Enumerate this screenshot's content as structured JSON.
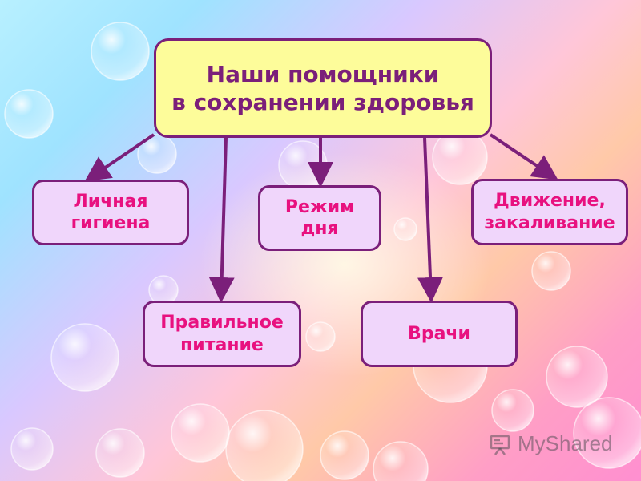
{
  "diagram": {
    "title": "Наши помощники\nв сохранении здоровья",
    "nodes": {
      "hygiene": "Личная\nгигиена",
      "regime": "Режим\nдня",
      "movement": "Движение,\nзакаливание",
      "nutrition": "Правильное\nпитание",
      "doctors": "Врачи"
    }
  },
  "watermark": {
    "text": "MyShared"
  },
  "colors": {
    "title_fill": "#fdfc9a",
    "node_fill": "#f0d6fb",
    "border": "#7b1f7a",
    "node_text": "#e8117f",
    "title_text": "#7b1f7a"
  }
}
